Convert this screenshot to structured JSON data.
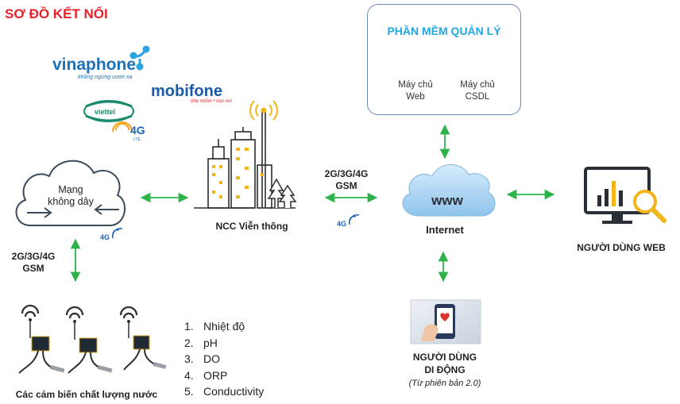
{
  "title": "SƠ ĐỒ KẾT NỐI",
  "carriers": {
    "vinaphone": "vinaphone",
    "vinaphone_tagline": "không ngừng vươn xa",
    "mobifone": "mobifone",
    "mobifone_tagline": "nhẹ nhõm • mọi nơi",
    "viettel": "viettel",
    "viettel_4g": "4G",
    "viettel_lte": "LTE"
  },
  "cloud": {
    "line1": "Mạng",
    "line2": "không dây",
    "badge": "4G"
  },
  "isp": {
    "label": "NCC Viễn thông"
  },
  "left_link": {
    "line1": "2G/3G/4G",
    "line2": "GSM"
  },
  "mid_link": {
    "line1": "2G/3G/4G",
    "line2": "GSM",
    "badge": "4G"
  },
  "internet": {
    "cloud_text": "www",
    "label": "Internet"
  },
  "management": {
    "title": "PHẦN MỀM QUẢN LÝ",
    "web_server": {
      "line1": "Máy chủ",
      "line2": "Web"
    },
    "db_server": {
      "line1": "Máy chủ",
      "line2": "CSDL"
    }
  },
  "web_user": {
    "label": "NGƯỜI DÙNG WEB"
  },
  "mobile_user": {
    "line1": "NGƯỜI DÙNG",
    "line2": "DI ĐỘNG",
    "note": "(Từ phiên bản 2.0)"
  },
  "sensors": {
    "label": "Các cảm biến chất lượng nước"
  },
  "parameters": [
    {
      "num": "1.",
      "text": "Nhiệt độ"
    },
    {
      "num": "2.",
      "text": "pH"
    },
    {
      "num": "3.",
      "text": "DO"
    },
    {
      "num": "4.",
      "text": "ORP"
    },
    {
      "num": "5.",
      "text": "Conductivity"
    }
  ],
  "colors": {
    "title_red": "#e8202a",
    "arrow_green": "#2db34a",
    "cloud_blue": "#a8d4f2",
    "server_title_blue": "#22a7e0",
    "vinaphone_blue": "#1c71b8",
    "mobifone_red": "#e3262b",
    "viettel_green": "#1a8a6e"
  }
}
